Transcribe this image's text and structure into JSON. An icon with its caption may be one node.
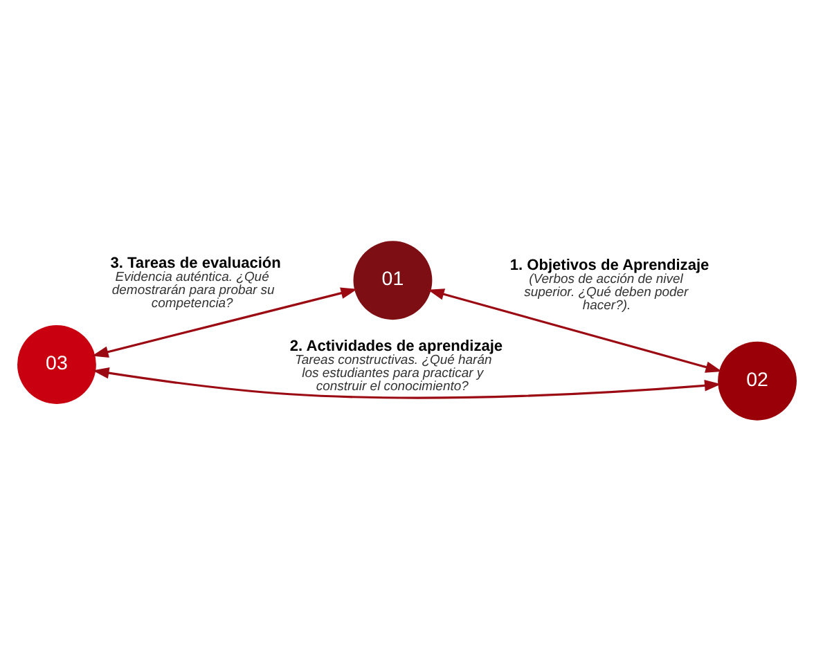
{
  "diagram": {
    "nodes": [
      {
        "text": [
          "01"
        ]
      },
      {
        "text": [
          "03"
        ]
      },
      {
        "text": [
          "02"
        ]
      }
    ],
    "edges": [
      {
        "from": 0,
        "to": 2,
        "arrow": "both",
        "label": "**1. Objetivos de Aprendizaje** *(Verbos de acción de nivel superior. ¿Qué deben poder hacer?).*"
      },
      {
        "from": 1,
        "to": 2,
        "arrow": "both",
        "label": "**2. Actividades de aprendizaje** *Tareas constructivas. ¿Qué harán los estudiantes para practicar y construir el conocimiento?*"
      },
      {
        "from": 1,
        "to": 0,
        "arrow": "both",
        "label": "**3. Tareas de evaluación** *Evidencia auténtica. ¿Qué demostrarán para probar su competencia?*"
      }
    ]
  }
}
